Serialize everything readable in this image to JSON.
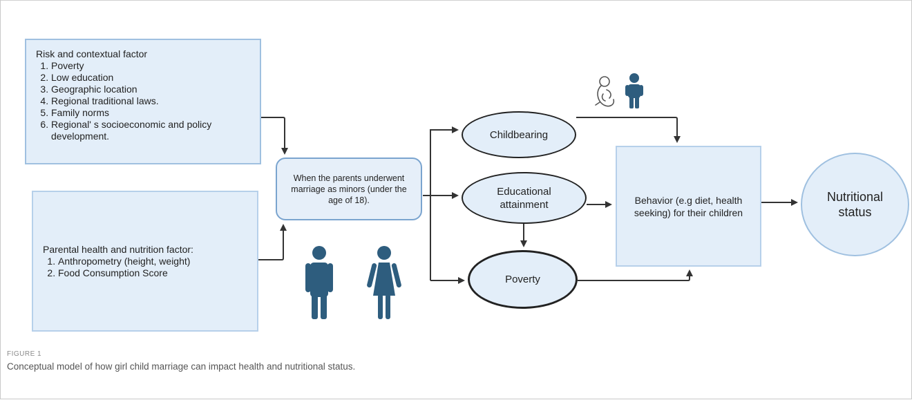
{
  "risk_box": {
    "title": "Risk and contextual factor",
    "items": [
      "Poverty",
      "Low education",
      "Geographic location",
      "Regional traditional laws.",
      "Family norms",
      "Regional' s socioeconomic and policy development."
    ]
  },
  "parental_box": {
    "title": "Parental health and nutrition factor:",
    "items": [
      "Anthropometry (height, weight)",
      "Food Consumption Score"
    ]
  },
  "minors_box": {
    "text": "When the parents underwent marriage as minors (under the age of 18)."
  },
  "childbearing": {
    "label": "Childbearing"
  },
  "education": {
    "label": "Educational attainment"
  },
  "poverty": {
    "label": "Poverty"
  },
  "behavior_box": {
    "text": "Behavior (e.g diet, health seeking) for their children"
  },
  "nutrition": {
    "label": "Nutritional status"
  },
  "icons": {
    "fetus": "fetus-icon",
    "child": "child-icon",
    "man": "man-icon",
    "woman": "woman-icon"
  },
  "colors": {
    "box_fill": "#e3eef9",
    "box_border": "#9fc0e0",
    "icon": "#2e5d7e",
    "arrow": "#333333"
  },
  "caption": {
    "label": "FIGURE 1",
    "text": "Conceptual model of how girl child marriage can impact health and nutritional status."
  }
}
